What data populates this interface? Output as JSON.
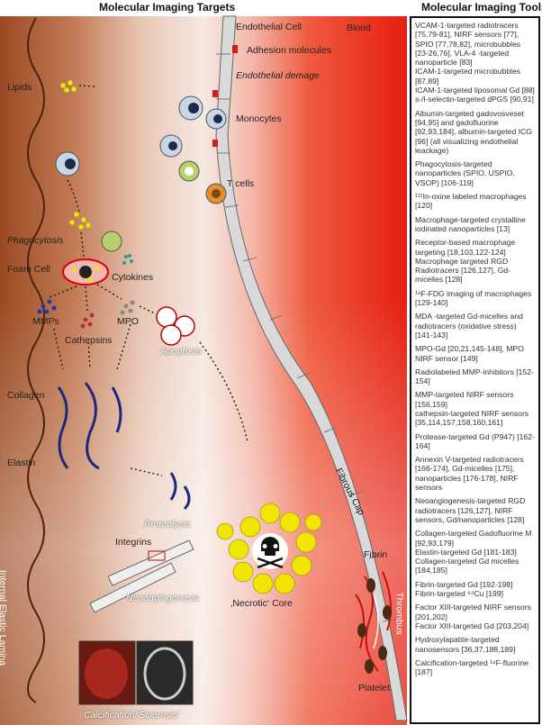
{
  "headers": {
    "targets": "Molecular Imaging Targets",
    "tools": "Molecular Imaging Tools"
  },
  "labels": {
    "endothelial_cell": "Endothelial Cell",
    "adhesion": "Adhesion molecules",
    "endothelial_damage": "Endothelial demage",
    "blood": "Blood",
    "lipids": "Lipids",
    "monocytes": "Monocytes",
    "t_cells": "T cells",
    "phagocytosis": "Phagocytosis",
    "foam_cell": "Foam Cell",
    "cytokines": "Cytokines",
    "mmps": "MMPs",
    "mpo": "MPO",
    "cathepsins": "Cathepsins",
    "apoptosis": "Apoptosis",
    "collagen": "Collagen",
    "elastin": "Elastin",
    "fibrous_cap": "Fibrous Cap",
    "proteolysis": "Proteolysis",
    "integrins": "Integrins",
    "neoangiogenesis": "Neoangiogenesis",
    "necrotic_core": "‚Necrotic‘ Core",
    "fibrin": "Fibrin",
    "thrombus": "Thrombus",
    "platelet": "Platelet",
    "internal_elastic_lamina": "Internal Elastic Lamina",
    "calcification": "Calcification/'Sclerosis'"
  },
  "tools": [
    [
      "VCAM-1-targeted radiotracers [75,79-81], NIRF sensors [77], SPIO [77,78,82], microbubbles [23-26,76], VLA-4 -targeted nanoparticle [83]",
      "ICAM-1-targeted microbubbles [87,89]",
      "ICAM-1-targeted liposomal Gd [88]",
      "s-/l-selectin-targeted dPGS [90,91]"
    ],
    [
      "Albumin-targeted gadovosveset [94,95] and gadofluorine [92,93,184], albumin-targeted ICG [96] (all visualizing endothelial leackage)"
    ],
    [
      "Phagocytosis-targeted nanoparticles (SPIO, USPIO, VSOP) [106-119]"
    ],
    [
      "¹¹¹In-oxine labeled macrophages [120]"
    ],
    [
      "Macrophage-targeted crystalline iodinated nanoparticles [13]"
    ],
    [
      "Receptor-based macrophage targeting [18,103,122-124]",
      "Macrophage targeted RGD Radiotracers [126,127], Gd-micelles [128]"
    ],
    [
      "¹⁸F-FDG imaging of macrophages [129-140]"
    ],
    [
      "MDA -targeted Gd-micelles and radiotracers (oxidative stress) [141-143]"
    ],
    [
      "MPO-Gd [20,21,145-148], MPO NIRF sensor [149]"
    ],
    [
      "Radiolabeled MMP-inhibitors [152-154]"
    ],
    [
      "MMP-targeted NIRF sensors [156,159]",
      "cathepsin-targeted NIRF sensors [35,114,157,158,160,161]"
    ],
    [
      "Protease-targeted Gd (P947) [162-164]"
    ],
    [
      "Annexin V-targeted radiotracers [166-174], Gd-micelles [175], nanoparticles [176-178], NIRF sensors"
    ],
    [
      "Neoangiogenesis-targeted RGD radiotracers [126,127], NIRF sensors, Gd/nanoparticles [128]"
    ],
    [
      "Collagen-targeted Gadofluorine M [92,93,179]",
      "Elastin-targeted Gd [181-183]",
      "Collagen-targeted Gd micelles [184,185]"
    ],
    [
      "Fibrin-targeted Gd [192-198]",
      "Fibrin-targeted ⁶⁴Cu [199]"
    ],
    [
      "Factor XIII-targeted NIRF sensors [201,202]",
      "Factor XIII-targeted Gd [203,204]"
    ],
    [
      "Hydroxylapatite-targeted nanosensors [36,37,188,189]"
    ],
    [
      "Calcification-targeted ¹⁸F-fluorine [187]"
    ]
  ],
  "colors": {
    "blood": "#e51f12",
    "wall": "#9a4a22",
    "lipid": "#f2e600",
    "adhesion": "#d81b1b"
  }
}
